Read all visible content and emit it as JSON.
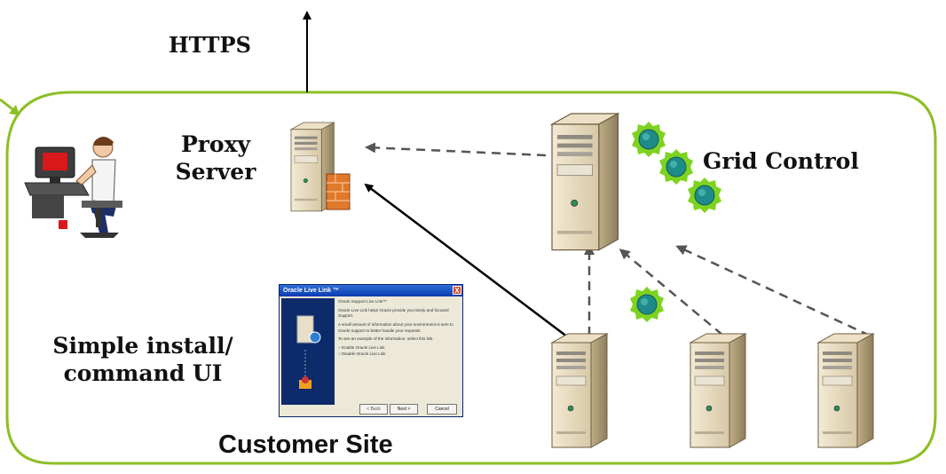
{
  "labels": {
    "https": "HTTPS",
    "proxy_line1": "Proxy",
    "proxy_line2": "Server",
    "grid_control": "Grid Control",
    "install_line1": "Simple install/",
    "install_line2": "command UI",
    "customer_site": "Customer Site"
  },
  "dialog": {
    "title": "Oracle Live Link ™",
    "close": "X",
    "heading": "Oracle Support Live Link™",
    "text1": "Oracle Live Link helps Oracle provide you timely and focused Support.",
    "text2": "A small amount of information about your environment is sent to Oracle support to better handle your requests.",
    "text3": "To see an example of the information, select this link.",
    "option1": "Enable Oracle Live Link",
    "option2": "Disable Oracle Live Link",
    "back": "< Back",
    "next": "Next >",
    "cancel": "Cancel"
  },
  "colors": {
    "site_border": "#8cbf26",
    "arrow_solid": "#000000",
    "arrow_dashed": "#555555",
    "status_ring": "#7ed321",
    "status_core": "#1f8a8a"
  }
}
